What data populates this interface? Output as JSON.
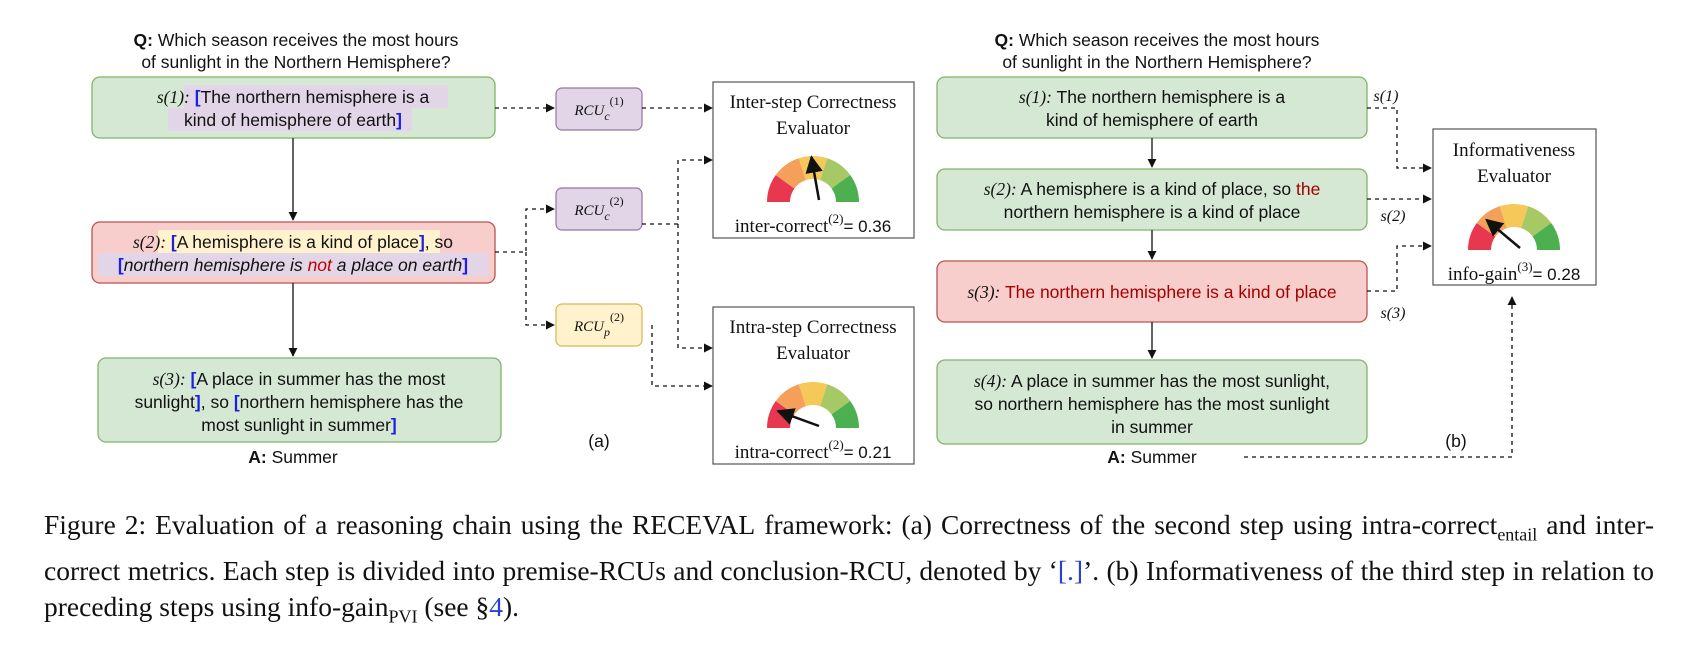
{
  "left": {
    "q_label": "Q:",
    "question_line1": "Which season receives the most hours",
    "question_line2": "of sunlight in the Northern Hemisphere?",
    "s1_label": "s(1):",
    "s1_line1": "The northern hemisphere is a",
    "s1_line2": "kind of hemisphere of earth",
    "s2_label": "s(2):",
    "s2_part1": "A hemisphere is a kind of place",
    "s2_so": ", so",
    "s2_italic_a": "northern hemisphere is",
    "s2_not": "not",
    "s2_italic_b": "a place on earth",
    "s3_label": "s(3):",
    "s3_line1": "A place in summer has the most",
    "s3_line2a": "sunlight",
    "s3_line2b": ", so",
    "s3_line2c": "northern hemisphere has the",
    "s3_line3": "most sunlight in summer",
    "a_label": "A:",
    "answer": "Summer",
    "panel_label": "(a)"
  },
  "rcu": {
    "rcu_c1": "RCU",
    "rcu_c1_sub": "c",
    "rcu_c1_sup": "(1)",
    "rcu_c2": "RCU",
    "rcu_c2_sub": "c",
    "rcu_c2_sup": "(2)",
    "rcu_p2": "RCU",
    "rcu_p2_sub": "p",
    "rcu_p2_sup": "(2)"
  },
  "evaluators": {
    "inter_title1": "Inter-step Correctness",
    "inter_title2": "Evaluator",
    "inter_metric": "inter-correct",
    "inter_sup": "(2)",
    "inter_value": "= 0.36",
    "intra_title1": "Intra-step Correctness",
    "intra_title2": "Evaluator",
    "intra_metric": "intra-correct",
    "intra_sup": "(2)",
    "intra_value": "= 0.21",
    "info_title1": "Informativeness",
    "info_title2": "Evaluator",
    "info_metric": "info-gain",
    "info_sup": "(3)",
    "info_value": "= 0.28"
  },
  "right": {
    "q_label": "Q:",
    "question_line1": "Which season receives the most hours",
    "question_line2": "of sunlight in the Northern Hemisphere?",
    "s1_label": "s(1):",
    "s1_line1": "The northern hemisphere is a",
    "s1_line2": "kind of hemisphere of earth",
    "s2_label": "s(2):",
    "s2_line1a": "A hemisphere is a kind of place, so",
    "s2_line1b": "the",
    "s2_line2": "northern hemisphere is a kind of place",
    "s3_label": "s(3):",
    "s3_text": "The northern hemisphere is a kind of place",
    "s4_label": "s(4):",
    "s4_line1": "A place in summer has the most sunlight,",
    "s4_line2": "so northern hemisphere has the most sunlight",
    "s4_line3": "in summer",
    "a_label": "A:",
    "answer": "Summer",
    "panel_label": "(b)",
    "edge_s1": "s(1)",
    "edge_s2": "s(2)",
    "edge_s3": "s(3)"
  },
  "caption": {
    "fig": "Figure 2:",
    "t1": "Evaluation of a reasoning chain using the",
    "framework": "RECEVAL",
    "t2": "framework: (a) Correctness of the second step using",
    "m1": "intra-correct",
    "m1_sub": "entail",
    "t3": "and",
    "m2": "inter-correct",
    "t4": "metrics. Each step is divided into premise-RCUs and conclusion-RCU, denoted by ‘",
    "bracket": "[.]",
    "t5": "’. (b) Informativeness of the third step in relation to preceding steps using",
    "m3": "info-gain",
    "m3_sub": "PVI",
    "t6": "(see §",
    "ref": "4",
    "t7": ")."
  },
  "colors": {
    "green_box": "#d5e8d4",
    "green_border": "#82b366",
    "red_box": "#f8cecc",
    "red_border": "#b85450",
    "purple_box": "#e1d5e7",
    "purple_border": "#9673a6",
    "yellow_box": "#fff2cc",
    "yellow_border": "#d6b656",
    "bracket_blue": "#1f1fe0",
    "dark_red": "#a40000"
  }
}
